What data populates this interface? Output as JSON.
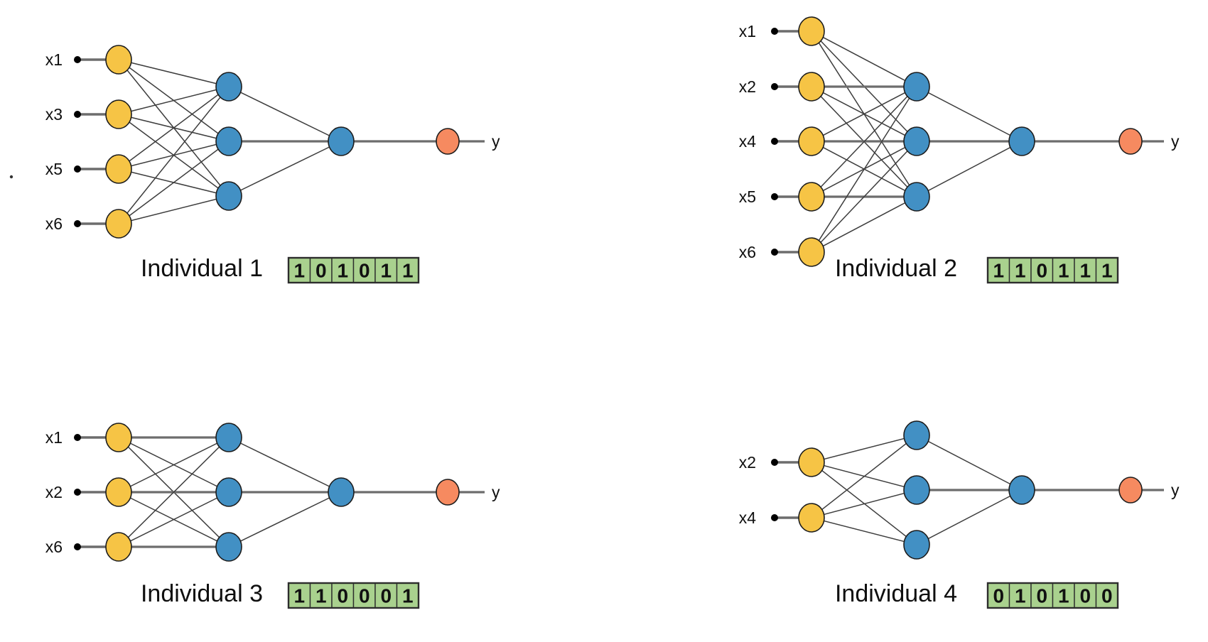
{
  "figure": {
    "description": "Genetic algorithm feature selection - population of neural network individuals",
    "background": "#ffffff"
  },
  "colors": {
    "input_node": "#F6C445",
    "hidden_node": "#4290C4",
    "output_node": "#F68A60",
    "node_border": "#1c1c1c",
    "wire_thin": "#3d3d3d",
    "wire_thick": "#6d6d6d",
    "input_dot": "#000000",
    "gene_cell_fill": "#A9D18E",
    "gene_cell_border": "#2d2d2d",
    "gene_digit": "#111111",
    "label_text": "#0f0f0f"
  },
  "individuals": [
    {
      "caption": "Individual 1",
      "inputs": [
        "x1",
        "x3",
        "x5",
        "x6"
      ],
      "hidden_nodes": 3,
      "aggregator_nodes": 1,
      "output_label": "y",
      "chromosome": [
        "1",
        "0",
        "1",
        "0",
        "1",
        "1"
      ]
    },
    {
      "caption": "Individual 2",
      "inputs": [
        "x1",
        "x2",
        "x4",
        "x5",
        "x6"
      ],
      "hidden_nodes": 3,
      "aggregator_nodes": 1,
      "output_label": "y",
      "chromosome": [
        "1",
        "1",
        "0",
        "1",
        "1",
        "1"
      ]
    },
    {
      "caption": "Individual 3",
      "inputs": [
        "x1",
        "x2",
        "x6"
      ],
      "hidden_nodes": 3,
      "aggregator_nodes": 1,
      "output_label": "y",
      "chromosome": [
        "1",
        "1",
        "0",
        "0",
        "0",
        "1"
      ]
    },
    {
      "caption": "Individual 4",
      "inputs": [
        "x2",
        "x4"
      ],
      "hidden_nodes": 3,
      "aggregator_nodes": 1,
      "output_label": "y",
      "chromosome": [
        "0",
        "1",
        "0",
        "1",
        "0",
        "0"
      ]
    }
  ]
}
